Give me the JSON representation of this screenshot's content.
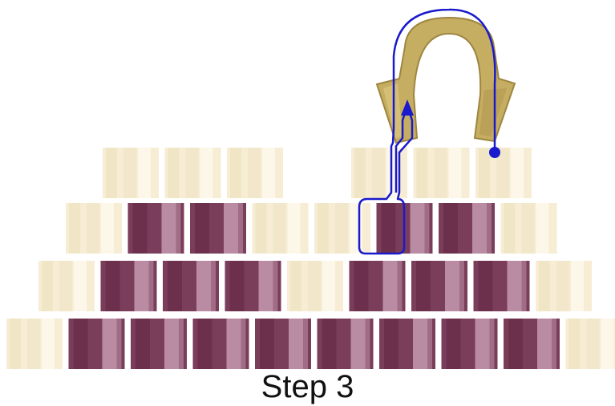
{
  "caption": "Step 3",
  "colors": {
    "cream_base": "#f6edd4",
    "cream_light": "#fcf7e8",
    "cream_dark": "#eee2c0",
    "maroon_base": "#7a3d5a",
    "maroon_dark": "#6a2f4b",
    "maroon_light": "#b98ca3",
    "tool_gold": "#c5ad62",
    "tool_gold_dark": "#9e8640",
    "path_blue": "#1a1acc"
  },
  "rows": [
    {
      "name": "row-1",
      "bricks": [
        "cream",
        "cream",
        "cream",
        "gap",
        "cream",
        "cream",
        "cream"
      ]
    },
    {
      "name": "row-2",
      "bricks": [
        "cream",
        "maroon",
        "maroon",
        "cream",
        "cream",
        "maroon",
        "maroon",
        "cream"
      ]
    },
    {
      "name": "row-3",
      "bricks": [
        "cream",
        "maroon",
        "maroon",
        "maroon",
        "cream",
        "maroon",
        "maroon",
        "maroon",
        "cream"
      ]
    },
    {
      "name": "row-4",
      "bricks": [
        "cream",
        "maroon",
        "maroon",
        "maroon",
        "maroon",
        "maroon",
        "maroon",
        "maroon",
        "maroon",
        "cream"
      ]
    }
  ],
  "icons": {
    "tool": "u-shaped-tool-icon",
    "path": "movement-path",
    "end_dot": "path-end-dot-icon",
    "arrow": "up-arrow-icon"
  }
}
